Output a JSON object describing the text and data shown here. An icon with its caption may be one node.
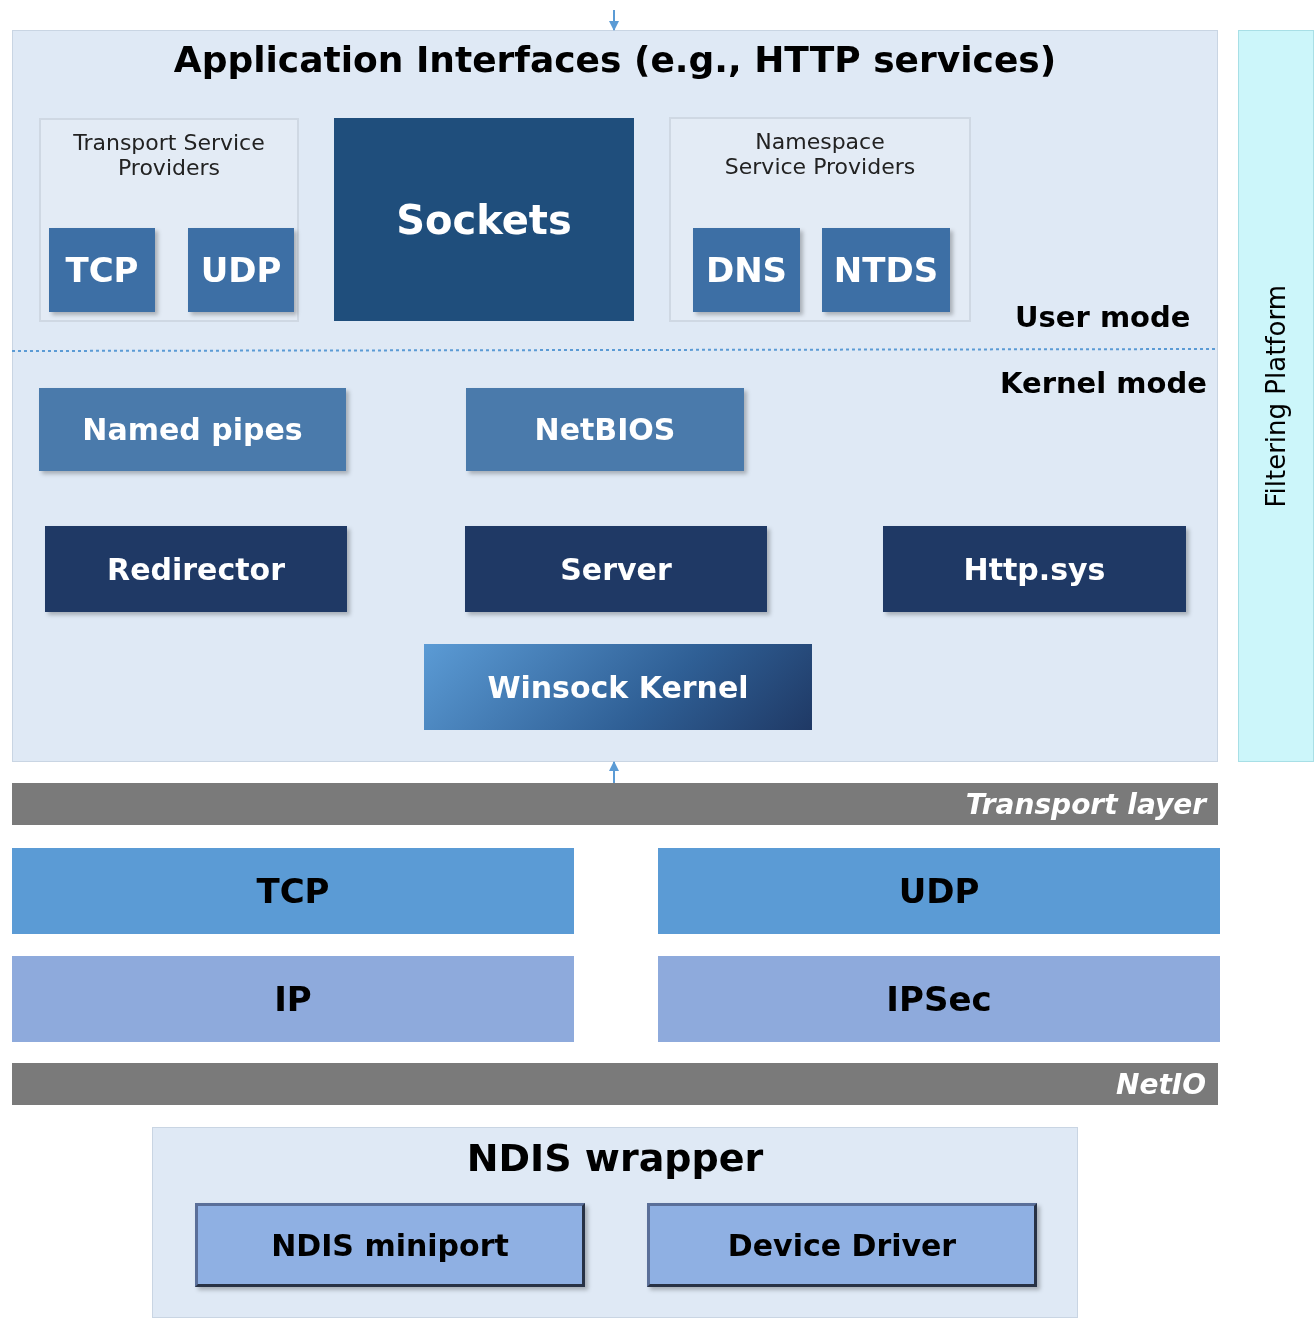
{
  "diagram": {
    "nodes": [
      {
        "text": [
          "Application Interfaces (e.g., HTTP services)"
        ]
      },
      {
        "text": [
          "Transport Service Providers"
        ],
        "in": 0
      },
      {
        "text": [
          "TCP"
        ],
        "in": 1
      },
      {
        "text": [
          "UDP"
        ],
        "in": 1
      },
      {
        "text": [
          "Sockets"
        ],
        "in": 0
      },
      {
        "text": [
          "Namespace Service Providers"
        ],
        "in": 0
      },
      {
        "text": [
          "DNS"
        ],
        "in": 5
      },
      {
        "text": [
          "NTDS"
        ],
        "in": 5
      },
      {
        "text": [
          "Named pipes"
        ],
        "in": 0
      },
      {
        "text": [
          "NetBIOS"
        ],
        "in": 0
      },
      {
        "text": [
          "Redirector"
        ],
        "in": 0
      },
      {
        "text": [
          "Server"
        ],
        "in": 0
      },
      {
        "text": [
          "Http.sys"
        ],
        "in": 0
      },
      {
        "text": [
          "Winsock Kernel"
        ],
        "in": 0
      },
      {
        "text": [
          "Filtering Platform"
        ]
      },
      {
        "text": [
          "Transport layer"
        ]
      },
      {
        "text": [
          "TCP"
        ]
      },
      {
        "text": [
          "UDP"
        ]
      },
      {
        "text": [
          "IP"
        ]
      },
      {
        "text": [
          "IPSec"
        ]
      },
      {
        "text": [
          "NetIO"
        ]
      },
      {
        "text": [
          "NDIS wrapper"
        ]
      },
      {
        "text": [
          "NDIS miniport"
        ],
        "in": 21
      },
      {
        "text": [
          "Device Driver"
        ],
        "in": 21
      }
    ],
    "edges": [
      {
        "from": null,
        "to": 0,
        "arrow": "to"
      },
      {
        "from": 15,
        "to": 0,
        "arrow": "to"
      }
    ],
    "labels": [
      "User mode",
      "Kernel mode"
    ]
  }
}
